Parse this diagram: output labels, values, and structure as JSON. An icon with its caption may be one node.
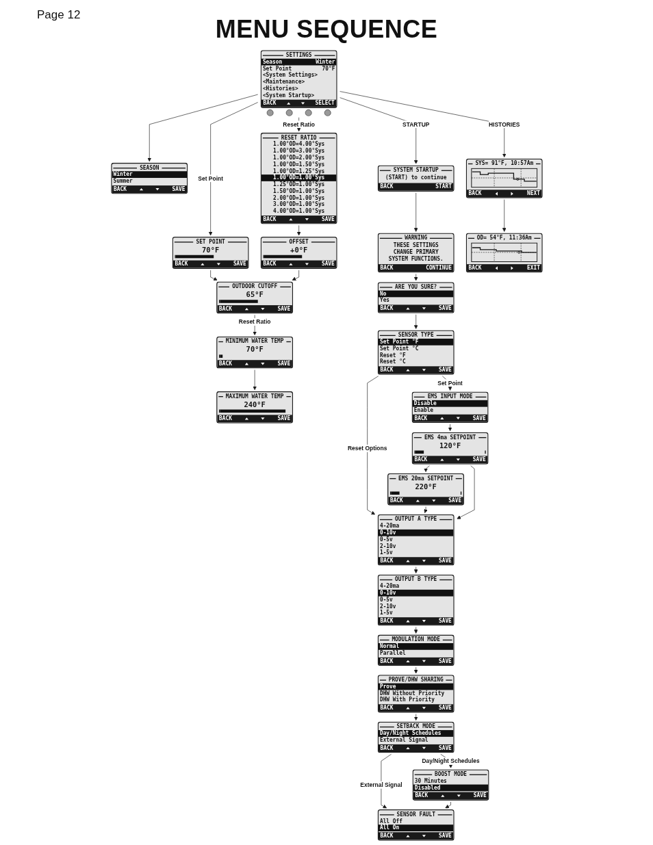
{
  "diagram": {
    "title": "MENU SEQUENCE",
    "nodes": [
      {
        "text": [
          "SETTINGS",
          "Season",
          "Winter",
          "Set Point",
          "70°F",
          "<System Settings>",
          "<Maintenance>",
          "<Histories>",
          "<System Startup>",
          "BACK",
          "SELECT"
        ]
      },
      {
        "text": [
          "SEASON",
          "Winter",
          "Summer",
          "BACK",
          "SAVE"
        ]
      },
      {
        "text": [
          "OUTDOOR CUTOFF",
          "65°F",
          "BACK",
          "SAVE"
        ]
      },
      {
        "text": [
          "SET POINT",
          "70°F",
          "BACK",
          "SAVE"
        ]
      },
      {
        "text": [
          "MINIMUM WATER TEMP",
          "70°F",
          "BACK",
          "SAVE"
        ]
      },
      {
        "text": [
          "SYSTEM STARTUP",
          "(START) to continue",
          "BACK",
          "START"
        ]
      },
      {
        "text": [
          "RESET RATIO",
          "1.00°OD=4.00°Sys",
          "1.00°OD=3.00°Sys",
          "1.00°OD=2.00°Sys",
          "1.00°OD=1.50°Sys",
          "1.00°OD=1.25°Sys",
          "1.00°OD=1.00°Sys",
          "1.25°OD=1.00°Sys",
          "1.50°OD=1.00°Sys",
          "2.00°OD=1.00°Sys",
          "3.00°OD=1.00°Sys",
          "4.00°OD=1.00°Sys",
          "BACK",
          "SAVE"
        ]
      },
      {
        "text": [
          "MAXIMUM WATER TEMP",
          "240°F",
          "BACK",
          "SAVE"
        ]
      },
      {
        "text": [
          "WARNING",
          "THESE SETTINGS CHANGE PRIMARY SYSTEM FUNCTIONS.",
          "BACK",
          "CONTINUE"
        ]
      },
      {
        "text": [
          "OFFSET",
          "+0°F",
          "BACK",
          "SAVE"
        ]
      },
      {
        "text": [
          "SYS= 91°F, 10:57Am",
          "BACK",
          "NEXT"
        ]
      },
      {
        "text": [
          "ARE YOU SURE?",
          "No",
          "Yes",
          "BACK",
          "SAVE"
        ]
      },
      {
        "text": [
          "OD= 54°F, 11:36Am",
          "BACK",
          "EXIT"
        ]
      },
      {
        "text": [
          "SENSOR TYPE",
          "Set Point °F",
          "Set Point °C",
          "Reset °F",
          "Reset °C",
          "BACK",
          "SAVE"
        ]
      },
      {
        "text": [
          "EMS 20ma SETPOINT",
          "220°F",
          "BACK",
          "SAVE"
        ]
      },
      {
        "text": [
          "EMS INPUT MODE",
          "Disable",
          "Enable",
          "BACK",
          "SAVE"
        ]
      },
      {
        "text": [
          "EMS 4ma SETPOINT",
          "120°F",
          "BACK",
          "SAVE"
        ]
      },
      {
        "text": [
          "OUTPUT A TYPE",
          "4-20ma",
          "0-10v",
          "0-5v",
          "2-10v",
          "1-5v",
          "BACK",
          "SAVE"
        ]
      },
      {
        "text": [
          "PROVE/DHW SHARING",
          "Prove",
          "DHW Without Priority",
          "DHW With Priority",
          "BACK",
          "SAVE"
        ]
      },
      {
        "text": [
          "MODULATION MODE",
          "Normal",
          "Parallel",
          "BACK",
          "SAVE"
        ]
      },
      {
        "text": [
          "OUTPUT B TYPE",
          "4-20ma",
          "0-10v",
          "0-5v",
          "2-10v",
          "1-5v",
          "BACK",
          "SAVE"
        ]
      },
      {
        "text": [
          "SETBACK MODE",
          "Day/Night Schedules",
          "External Signal",
          "BACK",
          "SAVE"
        ]
      },
      {
        "text": [
          "BOOST MODE",
          "30 Minutes",
          "Disabled",
          "BACK",
          "SAVE"
        ]
      },
      {
        "text": [
          "SENSOR FAULT",
          "All Off",
          "All On",
          "BACK",
          "SAVE"
        ]
      }
    ],
    "edges": [
      {
        "from": 0,
        "to": 1,
        "arrow": "to"
      },
      {
        "from": 0,
        "to": 3,
        "arrow": "to",
        "label": "Set Point"
      },
      {
        "from": 0,
        "to": 6,
        "arrow": "to",
        "label": "Reset Ratio"
      },
      {
        "from": 0,
        "to": 10,
        "arrow": "to",
        "label": "HISTORIES"
      },
      {
        "from": 0,
        "to": 5,
        "arrow": "to",
        "label": "STARTUP"
      },
      {
        "from": 3,
        "to": 2,
        "arrow": "to"
      },
      {
        "from": 9,
        "to": 2,
        "arrow": "to"
      },
      {
        "from": 2,
        "to": 4,
        "arrow": "to",
        "label": "Reset Ratio"
      },
      {
        "from": 4,
        "to": 7,
        "arrow": "to"
      },
      {
        "from": 5,
        "to": 8,
        "arrow": "to"
      },
      {
        "from": 6,
        "to": 9,
        "arrow": "to"
      },
      {
        "from": 8,
        "to": 11,
        "arrow": "to"
      },
      {
        "from": 10,
        "to": 12,
        "arrow": "to"
      },
      {
        "from": 11,
        "to": 13,
        "arrow": "to"
      },
      {
        "from": 13,
        "to": 15,
        "arrow": "to",
        "label": "Set Point"
      },
      {
        "from": 13,
        "to": 17,
        "arrow": "to",
        "label": "Reset Options"
      },
      {
        "from": 15,
        "to": 16,
        "arrow": "to"
      },
      {
        "from": 16,
        "to": 14,
        "arrow": "to"
      },
      {
        "from": 14,
        "to": 17,
        "arrow": "to"
      },
      {
        "from": 16,
        "to": 17,
        "arrow": "to"
      },
      {
        "from": 17,
        "to": 20,
        "arrow": "to"
      },
      {
        "from": 20,
        "to": 19,
        "arrow": "to"
      },
      {
        "from": 19,
        "to": 18,
        "arrow": "to"
      },
      {
        "from": 18,
        "to": 21,
        "arrow": "to"
      },
      {
        "from": 21,
        "to": 22,
        "arrow": "to",
        "label": "Day/Night Schedules"
      },
      {
        "from": 21,
        "to": 23,
        "arrow": "to",
        "label": "External Signal"
      },
      {
        "from": 22,
        "to": 23,
        "arrow": "to"
      }
    ],
    "labels": [
      "Page 12"
    ]
  }
}
